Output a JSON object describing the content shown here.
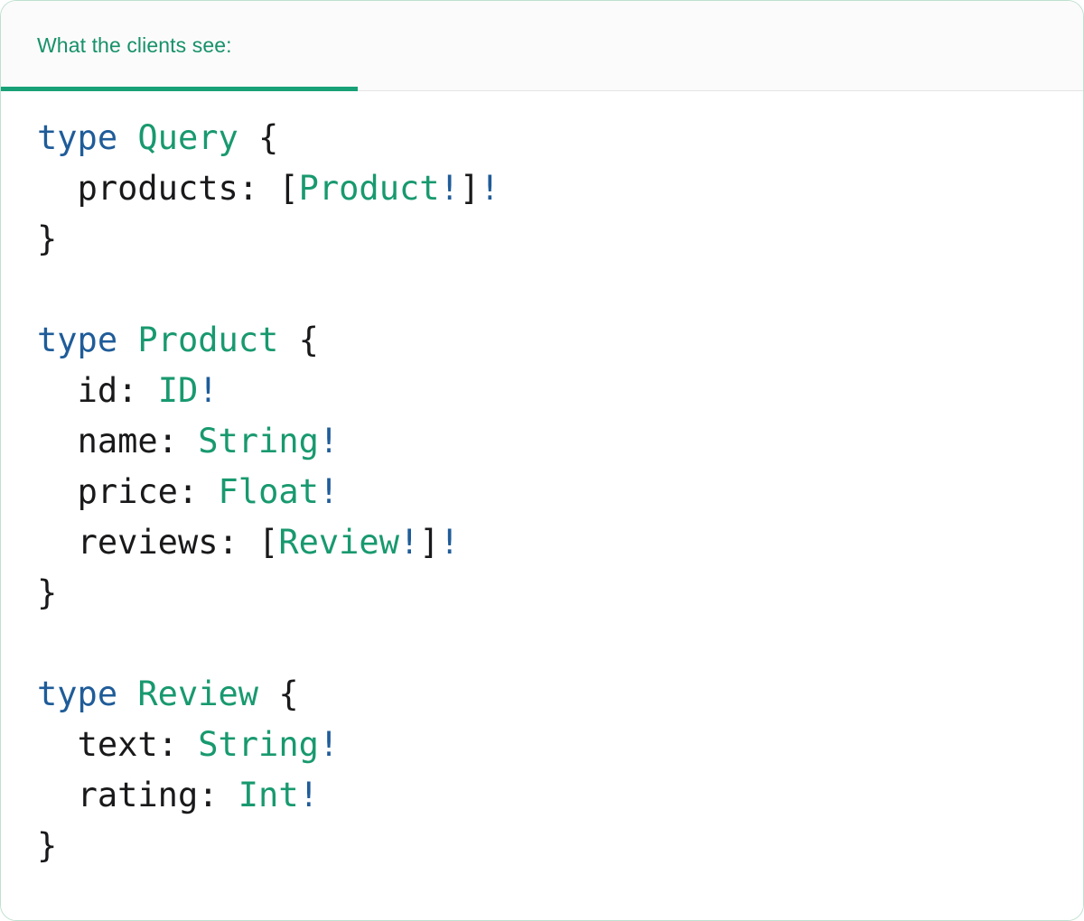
{
  "card": {
    "accent_color": "#18a077",
    "border_color": "#bfe0d0",
    "header_bg": "#fbfbfb",
    "body_bg": "#ffffff"
  },
  "tabs": [
    {
      "label": "What the clients see:",
      "active": true
    }
  ],
  "syntax_colors": {
    "keyword": "#1f5c99",
    "type_name": "#18996f",
    "non_null": "#1f5c99",
    "punctuation": "#19191b",
    "field_name": "#19191b"
  },
  "code": {
    "language": "graphql",
    "lines": [
      {
        "tokens": [
          {
            "t": "type",
            "c": "kw"
          },
          {
            "t": " ",
            "c": "punc"
          },
          {
            "t": "Query",
            "c": "tname"
          },
          {
            "t": " {",
            "c": "punc"
          }
        ]
      },
      {
        "tokens": [
          {
            "t": "  ",
            "c": "punc"
          },
          {
            "t": "products",
            "c": "fname"
          },
          {
            "t": ": [",
            "c": "punc"
          },
          {
            "t": "Product",
            "c": "tname"
          },
          {
            "t": "!",
            "c": "bang"
          },
          {
            "t": "]",
            "c": "punc"
          },
          {
            "t": "!",
            "c": "bang"
          }
        ]
      },
      {
        "tokens": [
          {
            "t": "}",
            "c": "punc"
          }
        ]
      },
      {
        "tokens": []
      },
      {
        "tokens": [
          {
            "t": "type",
            "c": "kw"
          },
          {
            "t": " ",
            "c": "punc"
          },
          {
            "t": "Product",
            "c": "tname"
          },
          {
            "t": " {",
            "c": "punc"
          }
        ]
      },
      {
        "tokens": [
          {
            "t": "  ",
            "c": "punc"
          },
          {
            "t": "id",
            "c": "fname"
          },
          {
            "t": ": ",
            "c": "punc"
          },
          {
            "t": "ID",
            "c": "tname"
          },
          {
            "t": "!",
            "c": "bang"
          }
        ]
      },
      {
        "tokens": [
          {
            "t": "  ",
            "c": "punc"
          },
          {
            "t": "name",
            "c": "fname"
          },
          {
            "t": ": ",
            "c": "punc"
          },
          {
            "t": "String",
            "c": "tname"
          },
          {
            "t": "!",
            "c": "bang"
          }
        ]
      },
      {
        "tokens": [
          {
            "t": "  ",
            "c": "punc"
          },
          {
            "t": "price",
            "c": "fname"
          },
          {
            "t": ": ",
            "c": "punc"
          },
          {
            "t": "Float",
            "c": "tname"
          },
          {
            "t": "!",
            "c": "bang"
          }
        ]
      },
      {
        "tokens": [
          {
            "t": "  ",
            "c": "punc"
          },
          {
            "t": "reviews",
            "c": "fname"
          },
          {
            "t": ": [",
            "c": "punc"
          },
          {
            "t": "Review",
            "c": "tname"
          },
          {
            "t": "!",
            "c": "bang"
          },
          {
            "t": "]",
            "c": "punc"
          },
          {
            "t": "!",
            "c": "bang"
          }
        ]
      },
      {
        "tokens": [
          {
            "t": "}",
            "c": "punc"
          }
        ]
      },
      {
        "tokens": []
      },
      {
        "tokens": [
          {
            "t": "type",
            "c": "kw"
          },
          {
            "t": " ",
            "c": "punc"
          },
          {
            "t": "Review",
            "c": "tname"
          },
          {
            "t": " {",
            "c": "punc"
          }
        ]
      },
      {
        "tokens": [
          {
            "t": "  ",
            "c": "punc"
          },
          {
            "t": "text",
            "c": "fname"
          },
          {
            "t": ": ",
            "c": "punc"
          },
          {
            "t": "String",
            "c": "tname"
          },
          {
            "t": "!",
            "c": "bang"
          }
        ]
      },
      {
        "tokens": [
          {
            "t": "  ",
            "c": "punc"
          },
          {
            "t": "rating",
            "c": "fname"
          },
          {
            "t": ": ",
            "c": "punc"
          },
          {
            "t": "Int",
            "c": "tname"
          },
          {
            "t": "!",
            "c": "bang"
          }
        ]
      },
      {
        "tokens": [
          {
            "t": "}",
            "c": "punc"
          }
        ]
      }
    ],
    "plain_text": "type Query {\n  products: [Product!]!\n}\n\ntype Product {\n  id: ID!\n  name: String!\n  price: Float!\n  reviews: [Review!]!\n}\n\ntype Review {\n  text: String!\n  rating: Int!\n}"
  }
}
